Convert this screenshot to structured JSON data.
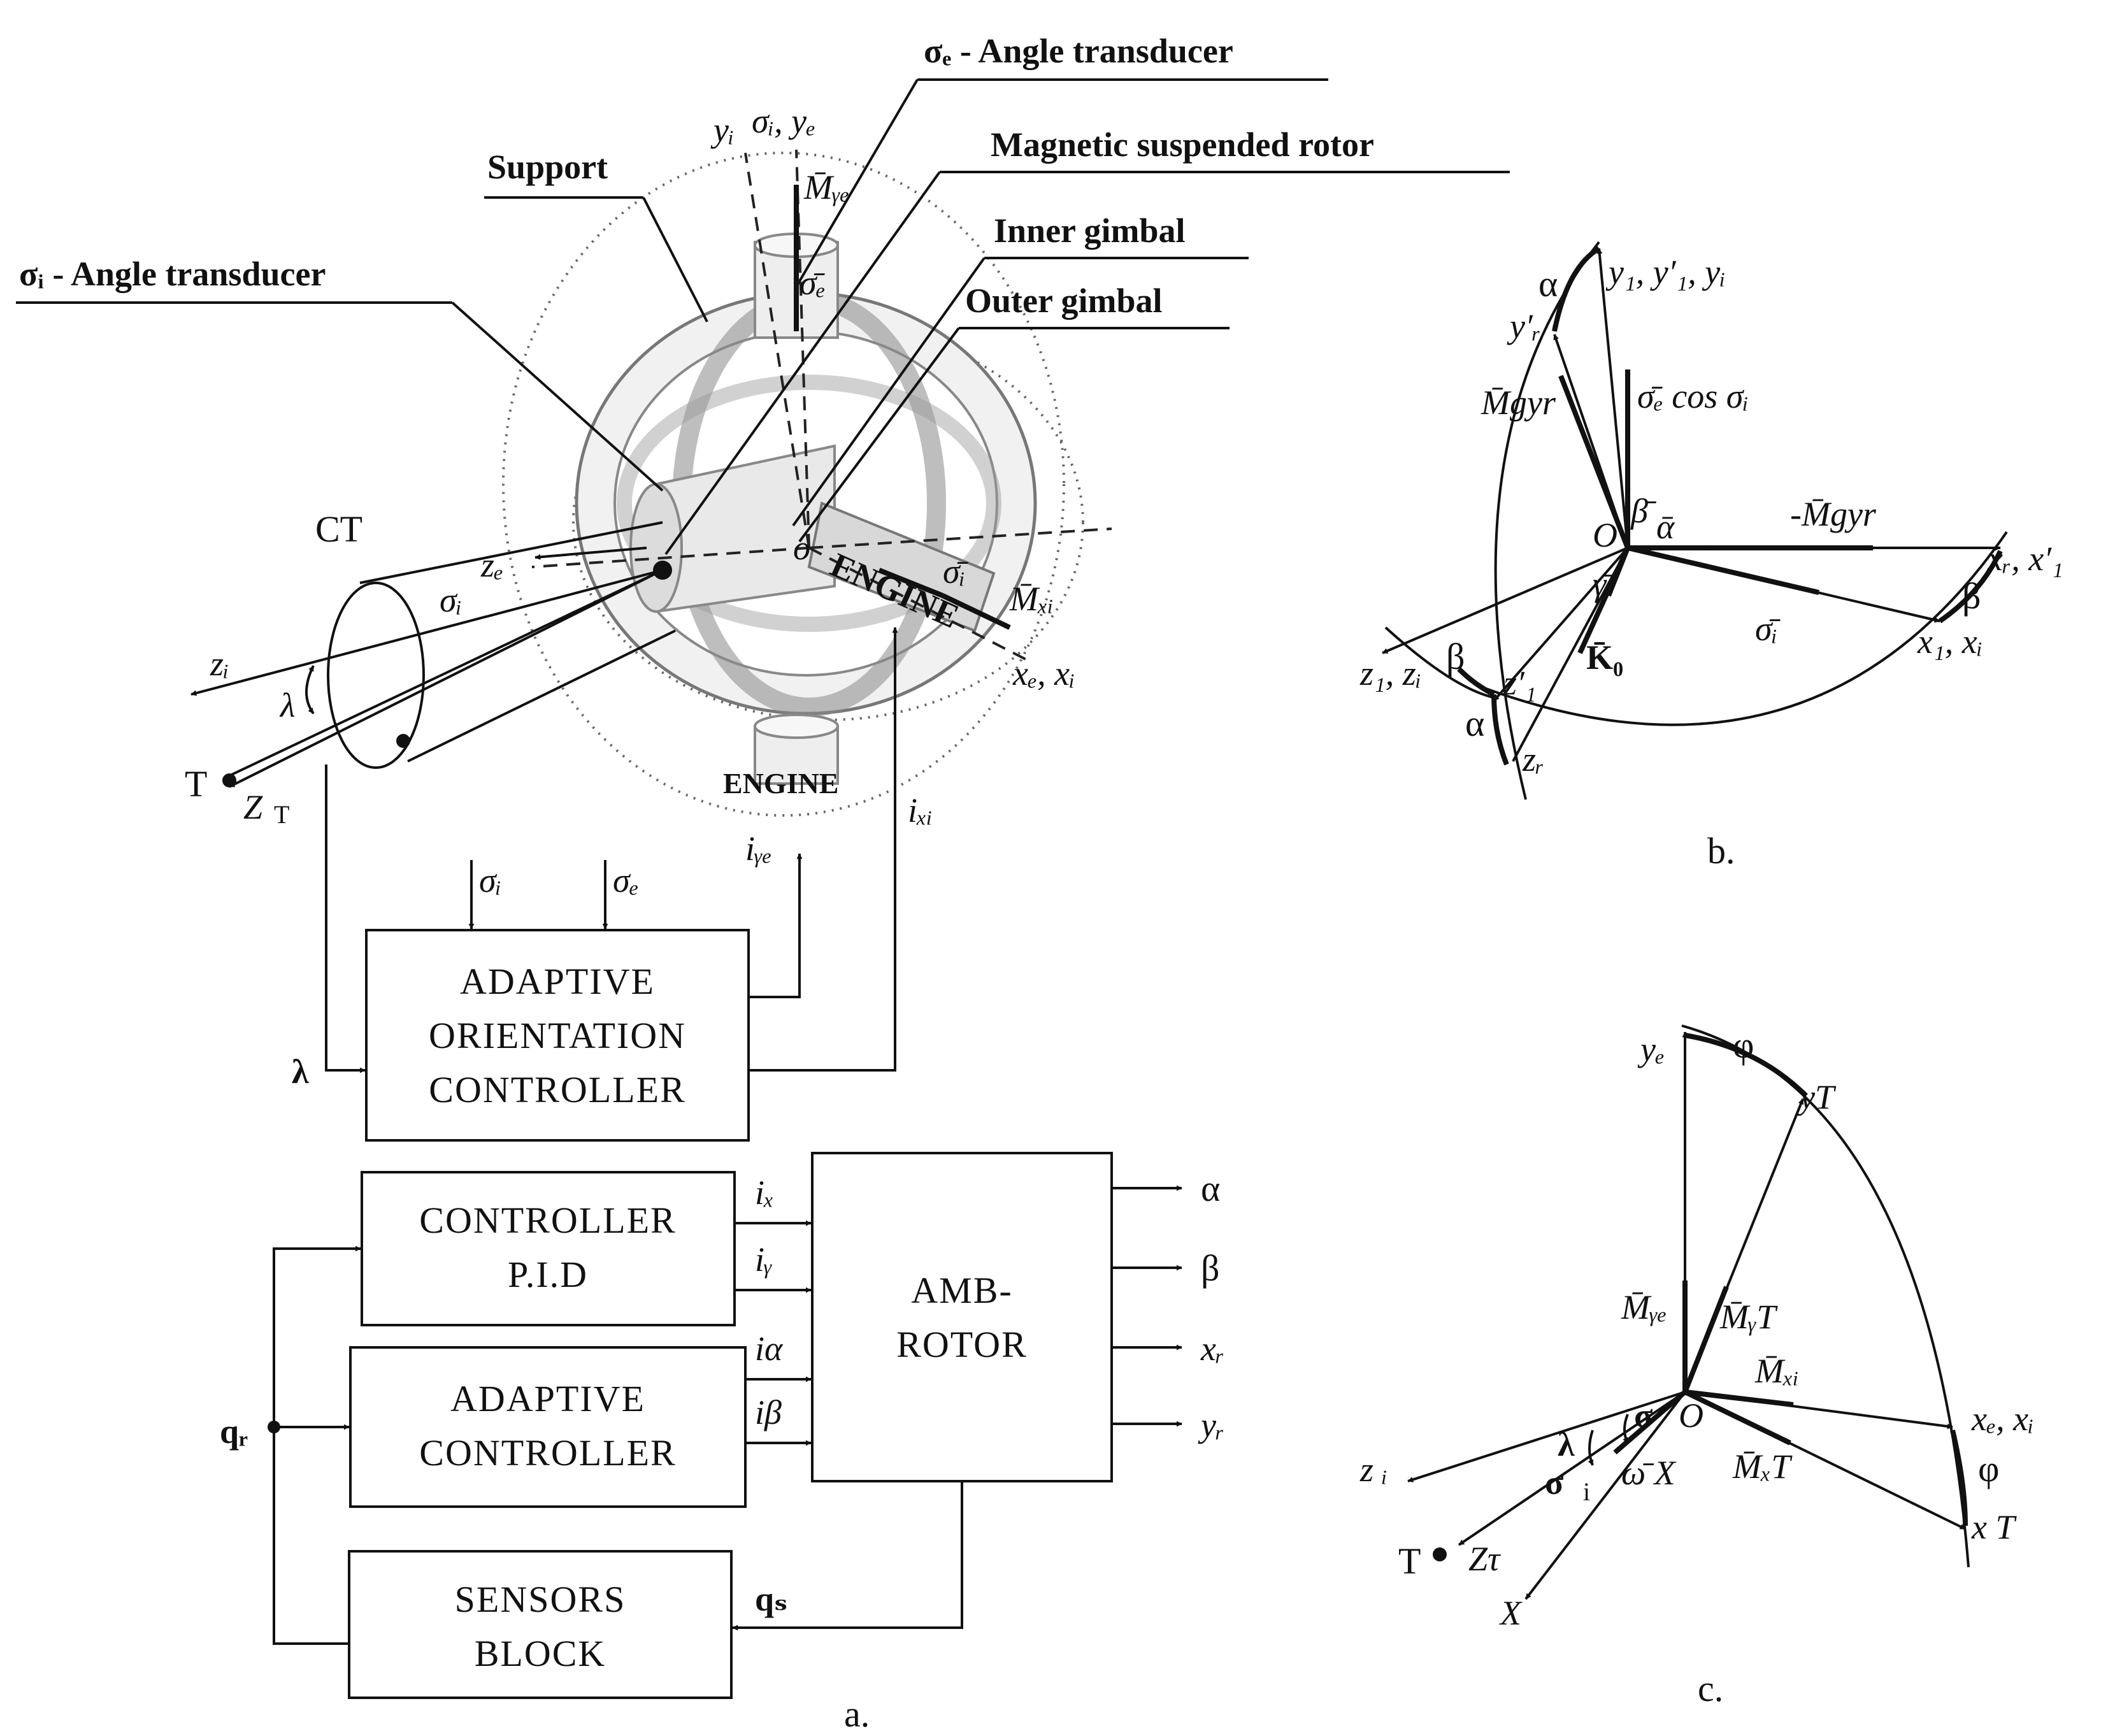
{
  "panel_a": {
    "label": "a.",
    "callouts": {
      "sigma_e_transducer": "σₑ - Angle transducer",
      "magnetic_rotor": "Magnetic suspended rotor",
      "support": "Support",
      "inner_gimbal": "Inner gimbal",
      "outer_gimbal": "Outer gimbal",
      "sigma_i_transducer": "σᵢ - Angle transducer"
    },
    "device_labels": {
      "ct": "CT",
      "engine_side": "ENGINE",
      "engine_bottom": "ENGINE",
      "yi": "yᵢ",
      "sigma_ye": "σᵢ, yₑ",
      "M_ye": "M̄ᵧₑ",
      "sigma_e": "σ̄ₑ",
      "ze": "zₑ",
      "sigma_i": "σᵢ",
      "sigma_i_bar": "σ̄ᵢ",
      "M_xi": "M̄ₓᵢ",
      "xe_xi": "xₑ, xᵢ",
      "zi": "zᵢ",
      "lambda": "λ",
      "T": "T",
      "ZT": "Z",
      "ZT_sub": "T",
      "o": "o"
    },
    "signals": {
      "i_ye": "iᵧₑ",
      "i_xi": "iₓᵢ",
      "sig_i": "σᵢ",
      "sig_e": "σₑ",
      "lambda_in": "λ",
      "i_x": "iₓ",
      "i_y": "iᵧ",
      "i_alpha": "iα",
      "i_beta": "iβ",
      "q_r": "qᵣ",
      "q_s": "qₛ"
    },
    "outputs": [
      "α",
      "β",
      "xᵣ",
      "yᵣ"
    ],
    "blocks": {
      "adaptive_orientation": [
        "ADAPTIVE",
        "ORIENTATION",
        "CONTROLLER"
      ],
      "pid": [
        "CONTROLLER",
        "P.I.D"
      ],
      "adaptive": [
        "ADAPTIVE",
        "CONTROLLER"
      ],
      "amb_rotor": [
        "AMB-",
        "ROTOR"
      ],
      "sensors": [
        "SENSORS",
        "BLOCK"
      ]
    }
  },
  "panel_b": {
    "label": "b.",
    "labels": {
      "y_top": "y₁, y′₁, yᵢ",
      "alpha_top": "α",
      "yr": "y′ᵣ",
      "M_gyr": "M̄gyr",
      "sigma_e_cos": "σ̄ₑ cos σᵢ",
      "beta_bar": "β̄",
      "alpha_bar": "ᾱ",
      "neg_M_gyr": "-M̄gyr",
      "O": "O",
      "xr": "xᵣ, x′₁",
      "beta_right": "β",
      "gamma_bar": "γ̄",
      "sigma_i_bar": "σ̄ᵢ",
      "K0": "K̄₀",
      "x1xi": "x₁, xᵢ",
      "z1zi": "z₁, zᵢ",
      "beta_left": "β",
      "z1prime": "z′₁",
      "alpha_bottom": "α",
      "zr": "zᵣ"
    }
  },
  "panel_c": {
    "label": "c.",
    "labels": {
      "ye": "yₑ",
      "phi_top": "φ",
      "yT": "yT",
      "M_ye": "M̄ᵧₑ",
      "M_yT": "M̄ᵧT",
      "M_xi": "M̄ₓᵢ",
      "O": "O",
      "xe_xi": "xₑ, xᵢ",
      "phi_right": "φ",
      "zi": "z ᵢ",
      "lambda": "λ",
      "sigma": "σ",
      "sigma_bold": "σ",
      "sigma_sub": "i",
      "omega_X": "ω̄ X",
      "M_xT": "M̄ₓT",
      "xT": "x T",
      "T": "T",
      "ZT": "Zτ",
      "X": "X"
    }
  }
}
